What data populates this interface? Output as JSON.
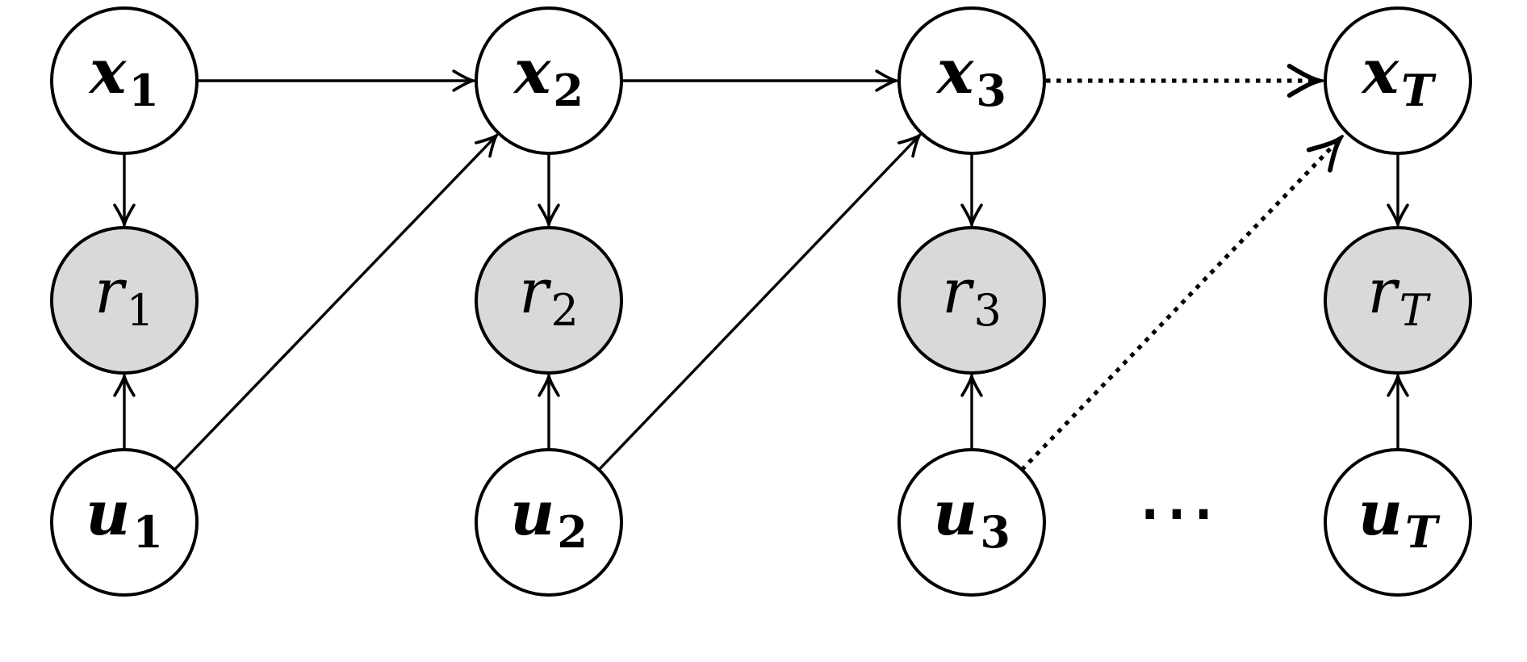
{
  "diagram": {
    "type": "graphical-model",
    "colors": {
      "background": "#ffffff",
      "stroke": "#000000",
      "node_fill": "#ffffff",
      "node_fill_shaded": "#d9d9d9"
    },
    "nodes": [
      {
        "id": "x1",
        "symbol": "x",
        "subscript": "1",
        "shaded": false
      },
      {
        "id": "x2",
        "symbol": "x",
        "subscript": "2",
        "shaded": false
      },
      {
        "id": "x3",
        "symbol": "x",
        "subscript": "3",
        "shaded": false
      },
      {
        "id": "xT",
        "symbol": "x",
        "subscript": "T",
        "shaded": false
      },
      {
        "id": "r1",
        "symbol": "r",
        "subscript": "1",
        "shaded": true
      },
      {
        "id": "r2",
        "symbol": "r",
        "subscript": "2",
        "shaded": true
      },
      {
        "id": "r3",
        "symbol": "r",
        "subscript": "3",
        "shaded": true
      },
      {
        "id": "rT",
        "symbol": "r",
        "subscript": "T",
        "shaded": true
      },
      {
        "id": "u1",
        "symbol": "u",
        "subscript": "1",
        "shaded": false
      },
      {
        "id": "u2",
        "symbol": "u",
        "subscript": "2",
        "shaded": false
      },
      {
        "id": "u3",
        "symbol": "u",
        "subscript": "3",
        "shaded": false
      },
      {
        "id": "uT",
        "symbol": "u",
        "subscript": "T",
        "shaded": false
      }
    ],
    "edges": [
      {
        "from": "x1",
        "to": "x2",
        "style": "solid"
      },
      {
        "from": "x2",
        "to": "x3",
        "style": "solid"
      },
      {
        "from": "x3",
        "to": "xT",
        "style": "dotted"
      },
      {
        "from": "x1",
        "to": "r1",
        "style": "solid"
      },
      {
        "from": "x2",
        "to": "r2",
        "style": "solid"
      },
      {
        "from": "x3",
        "to": "r3",
        "style": "solid"
      },
      {
        "from": "xT",
        "to": "rT",
        "style": "solid"
      },
      {
        "from": "u1",
        "to": "r1",
        "style": "solid"
      },
      {
        "from": "u2",
        "to": "r2",
        "style": "solid"
      },
      {
        "from": "u3",
        "to": "r3",
        "style": "solid"
      },
      {
        "from": "uT",
        "to": "rT",
        "style": "solid"
      },
      {
        "from": "u1",
        "to": "x2",
        "style": "solid"
      },
      {
        "from": "u2",
        "to": "x3",
        "style": "solid"
      },
      {
        "from": "u3",
        "to": "xT",
        "style": "dotted"
      }
    ],
    "ellipsis": "⋯"
  }
}
